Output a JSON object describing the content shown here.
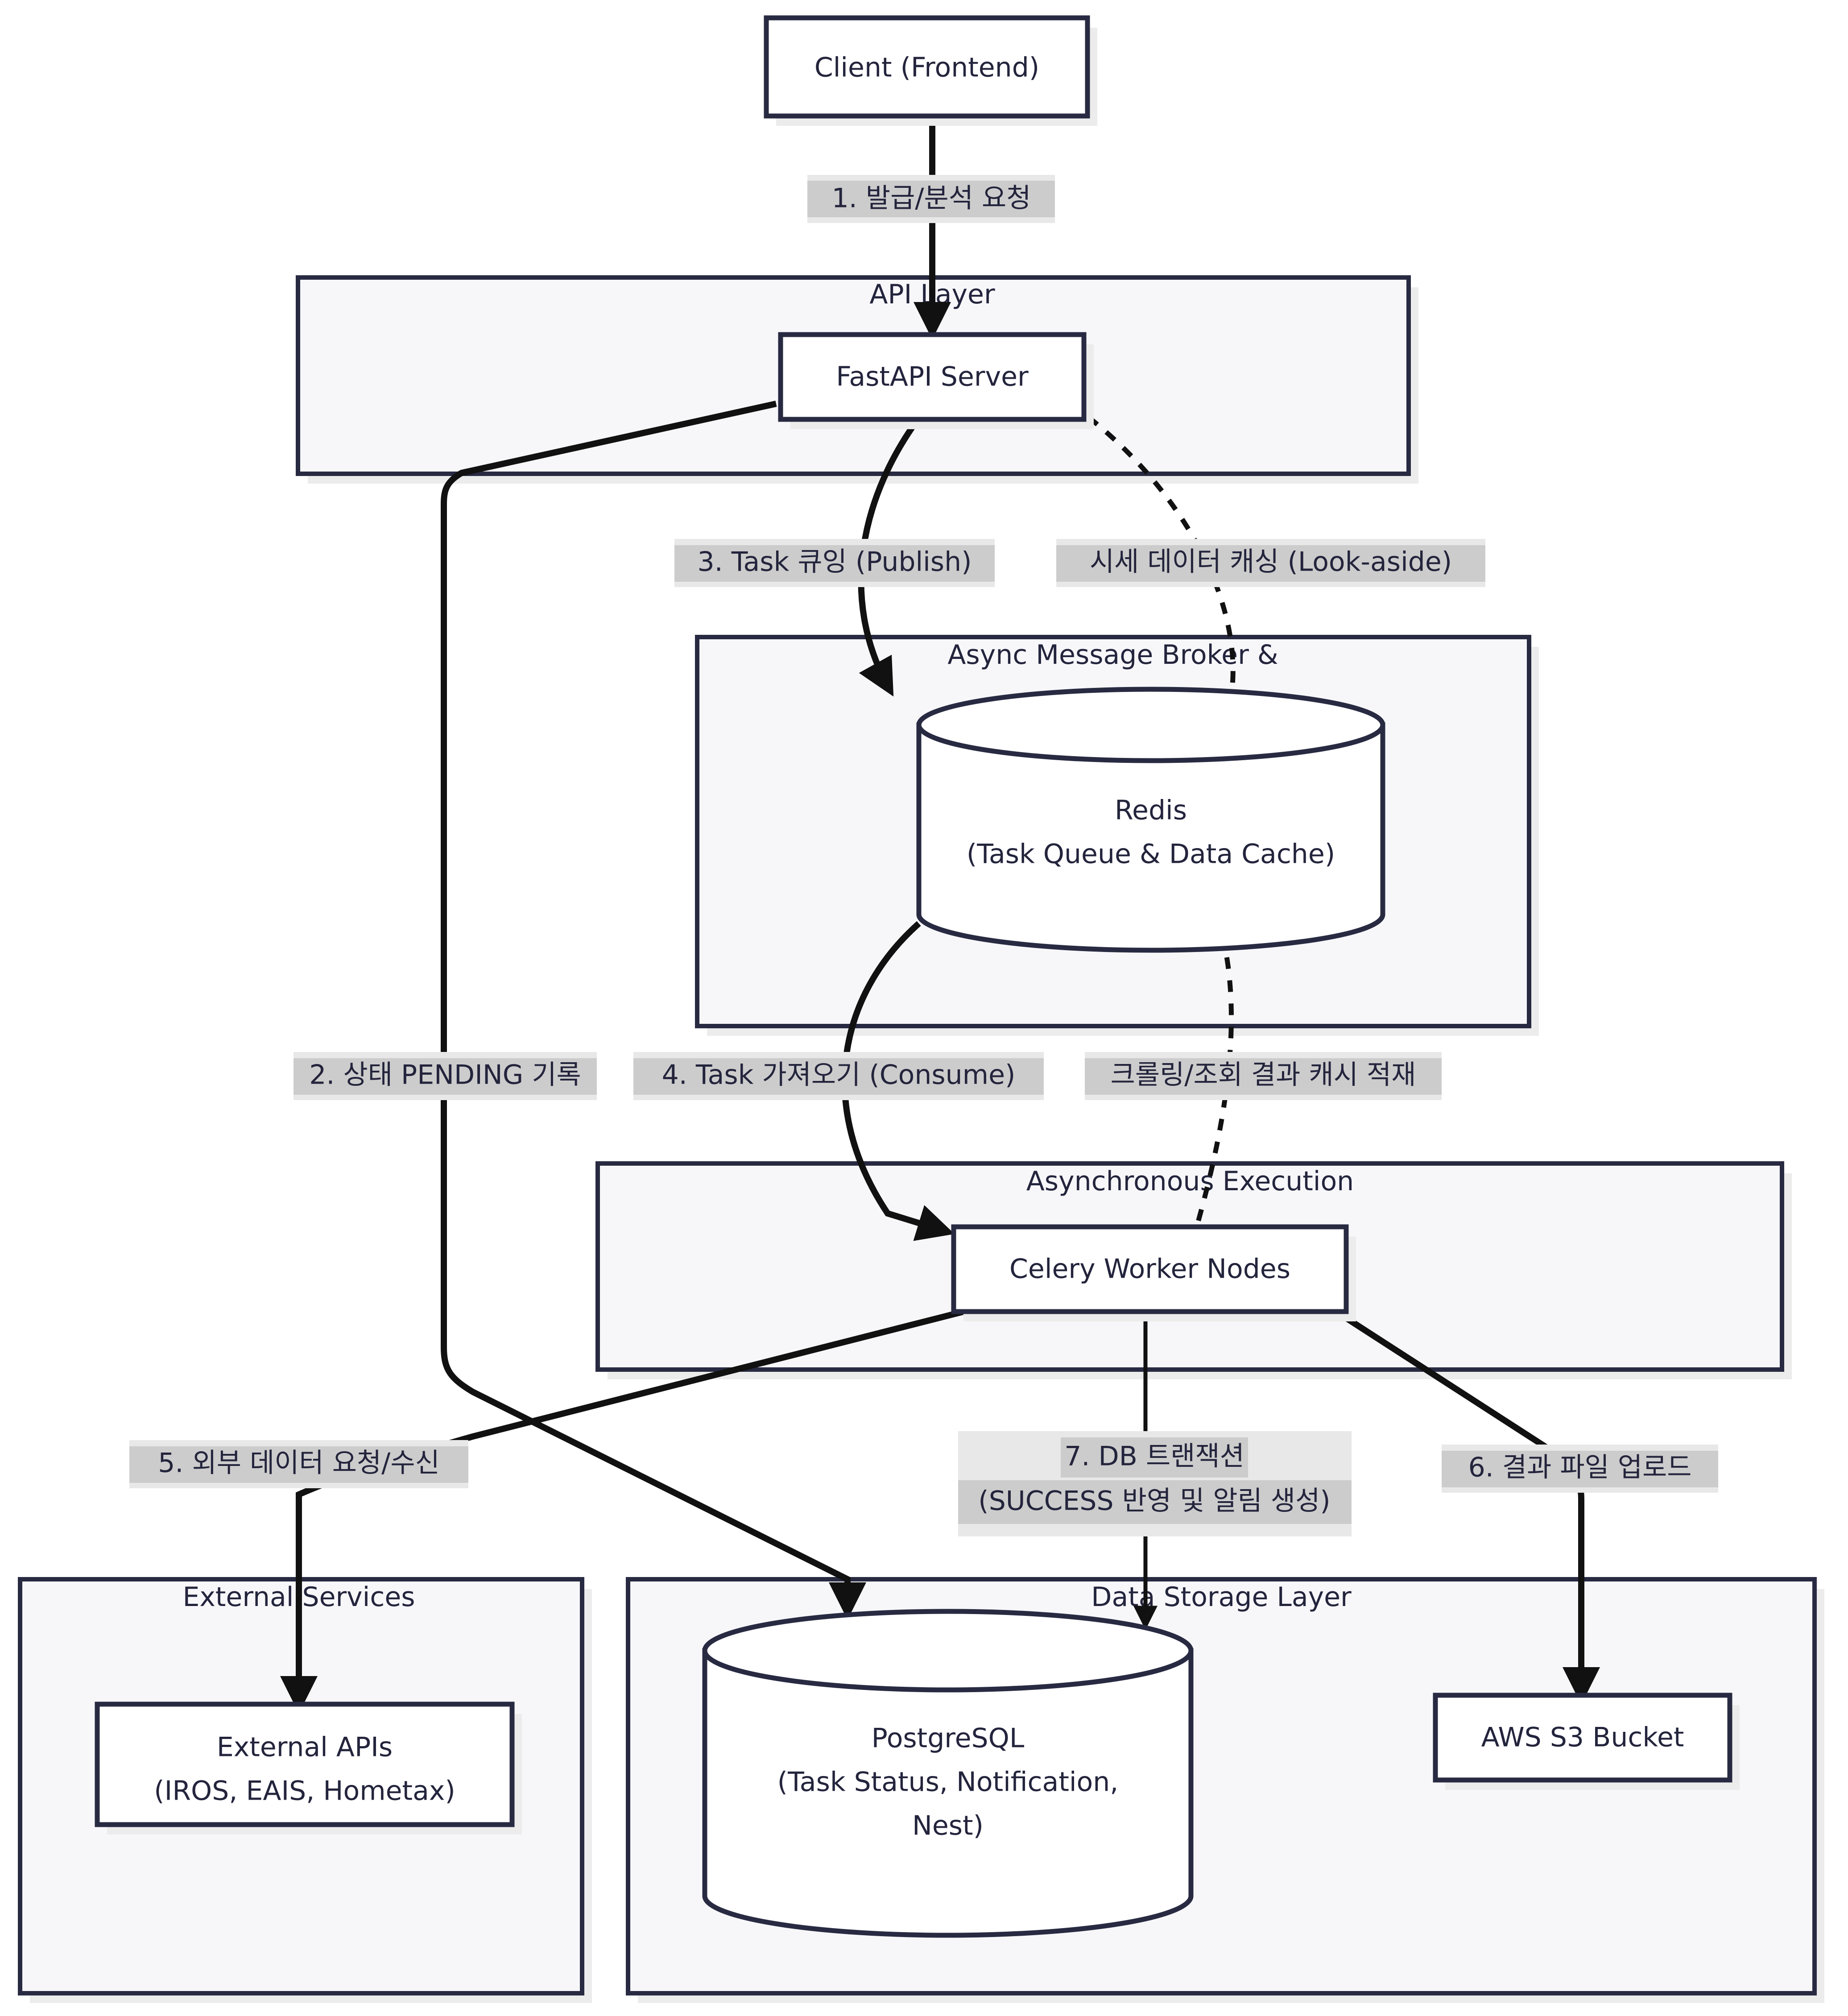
{
  "diagram": {
    "type": "flowchart",
    "direction": "top-down",
    "theme": {
      "node_fill": "#ffffff",
      "node_stroke": "#282a42",
      "cluster_fill": "#f7f7fa",
      "cluster_stroke": "#282a42",
      "edge_stroke": "#111111",
      "label_bg": "#cccccc",
      "text_color": "#23243c"
    },
    "nodes": [
      {
        "id": "client",
        "label": "Client (Frontend)",
        "shape": "rect"
      },
      {
        "id": "fastapi",
        "label": "FastAPI Server",
        "shape": "rect"
      },
      {
        "id": "redis",
        "label_line1": "Redis",
        "label_line2": "(Task Queue & Data Cache)",
        "shape": "cylinder"
      },
      {
        "id": "celery",
        "label": "Celery Worker Nodes",
        "shape": "rect"
      },
      {
        "id": "extapi",
        "label_line1": "External APIs",
        "label_line2": "(IROS, EAIS, Hometax)",
        "shape": "rect"
      },
      {
        "id": "postgres",
        "label_line1": "PostgreSQL",
        "label_line2": "(Task Status, Notification,",
        "label_line3": "Nest)",
        "shape": "cylinder"
      },
      {
        "id": "s3",
        "label": "AWS S3 Bucket",
        "shape": "rect"
      }
    ],
    "clusters": [
      {
        "id": "api_layer",
        "title": "API Layer"
      },
      {
        "id": "broker_layer",
        "title": "Async Message Broker &"
      },
      {
        "id": "exec_layer",
        "title": "Asynchronous Execution"
      },
      {
        "id": "external_layer",
        "title": "External Services"
      },
      {
        "id": "storage_layer",
        "title": "Data Storage Layer"
      }
    ],
    "edges": [
      {
        "id": "e1",
        "from": "client",
        "to": "fastapi",
        "label": "1. 발급/분석 요청",
        "style": "solid"
      },
      {
        "id": "e2",
        "from": "fastapi",
        "to": "postgres",
        "label": "2. 상태 PENDING 기록",
        "style": "solid"
      },
      {
        "id": "e3",
        "from": "fastapi",
        "to": "redis",
        "label": "3. Task 큐잉 (Publish)",
        "style": "solid"
      },
      {
        "id": "e4",
        "from": "redis",
        "to": "celery",
        "label": "4. Task 가져오기 (Consume)",
        "style": "solid"
      },
      {
        "id": "e5",
        "from": "celery",
        "to": "extapi",
        "label": "5. 외부 데이터 요청/수신",
        "style": "solid"
      },
      {
        "id": "e6",
        "from": "celery",
        "to": "s3",
        "label": "6. 결과 파일 업로드",
        "style": "solid"
      },
      {
        "id": "e7",
        "from": "celery",
        "to": "postgres",
        "label_line1": "7. DB 트랜잭션",
        "label_line2": "(SUCCESS 반영 및 알림 생성)",
        "style": "solid"
      },
      {
        "id": "e8",
        "from": "fastapi",
        "to": "redis",
        "label": "시세 데이터 캐싱 (Look-aside)",
        "style": "dotted"
      },
      {
        "id": "e9",
        "from": "redis",
        "to": "celery",
        "label": "크롤링/조회 결과 캐시 적재",
        "style": "dotted"
      }
    ]
  }
}
